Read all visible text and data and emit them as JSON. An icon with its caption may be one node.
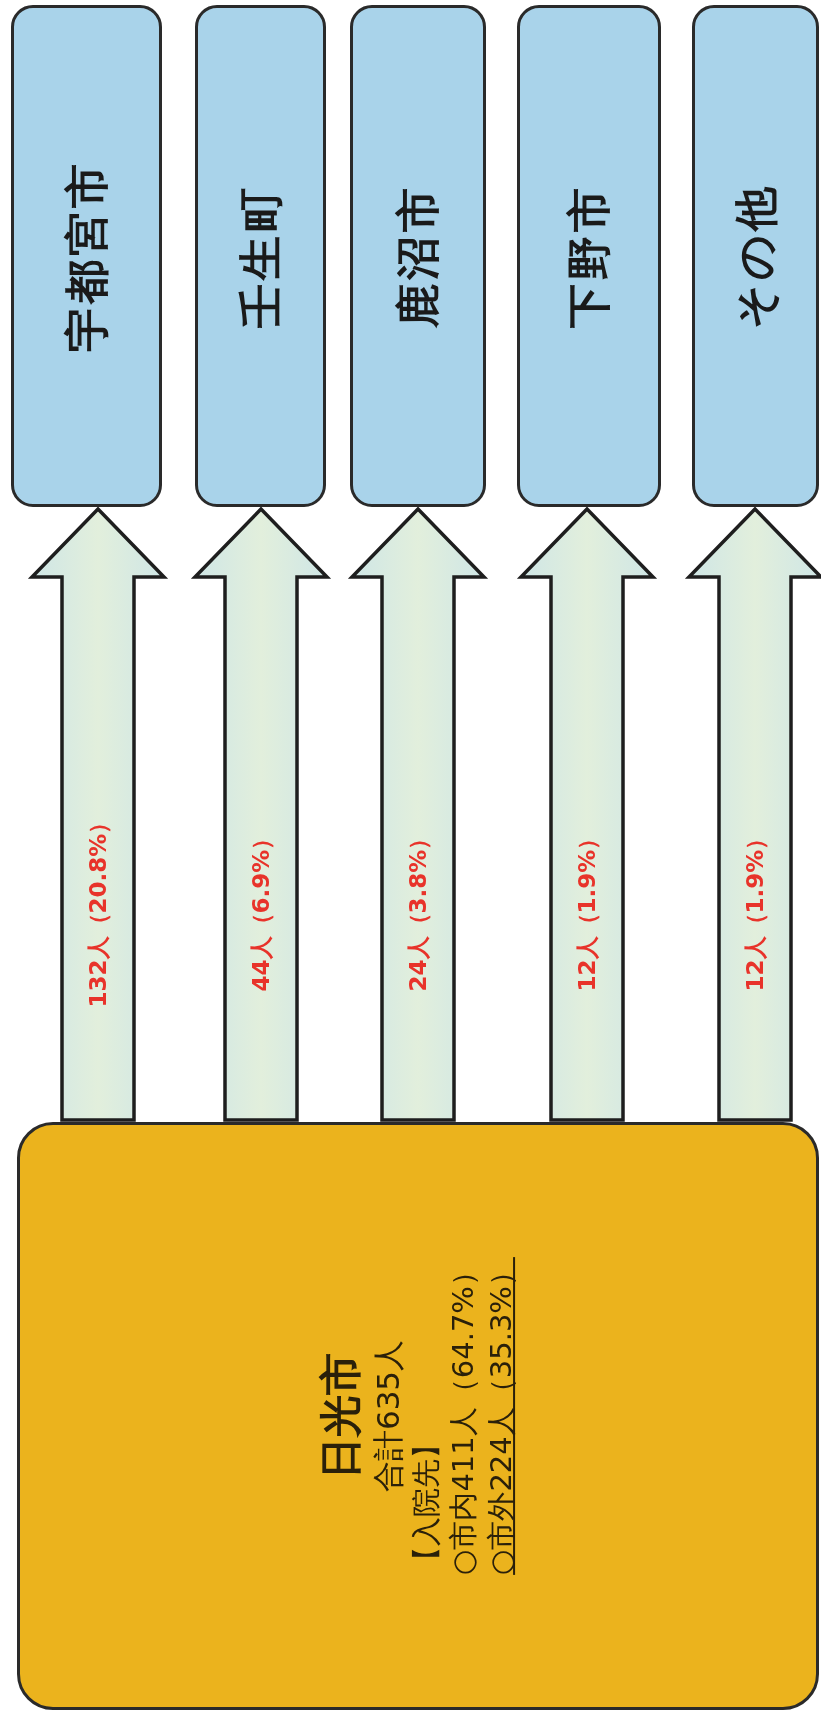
{
  "diagram": {
    "nodes": [
      {
        "text": [
          "日光市",
          "合計635人",
          "【入院先】",
          "○市内411人（64.7%）",
          "○市外224人（35.3%）"
        ]
      },
      {
        "text": [
          "宇都宮市"
        ]
      },
      {
        "text": [
          "壬生町"
        ]
      },
      {
        "text": [
          "鹿沼市"
        ]
      },
      {
        "text": [
          "下野市"
        ]
      },
      {
        "text": [
          "その他"
        ]
      }
    ],
    "edges": [
      {
        "from": 0,
        "to": 1,
        "arrow": "to",
        "label": "132人（20.8%）"
      },
      {
        "from": 0,
        "to": 2,
        "arrow": "to",
        "label": "44人（6.9%）"
      },
      {
        "from": 0,
        "to": 3,
        "arrow": "to",
        "label": "24人（3.8%）"
      },
      {
        "from": 0,
        "to": 4,
        "arrow": "to",
        "label": "12人（1.9%）"
      },
      {
        "from": 0,
        "to": 5,
        "arrow": "to",
        "label": "12人（1.9%）"
      }
    ]
  }
}
